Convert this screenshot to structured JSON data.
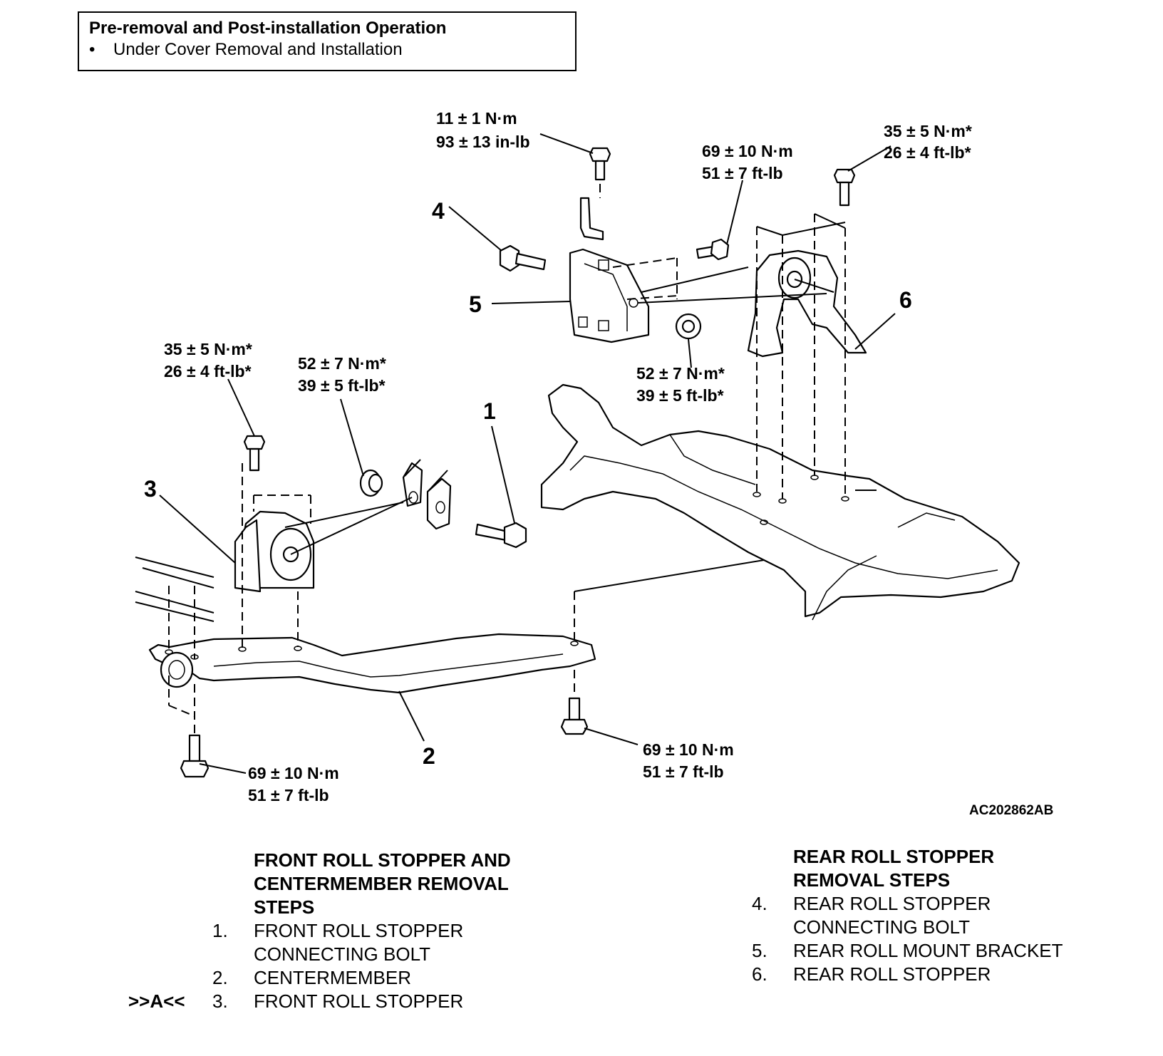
{
  "pre_operation": {
    "title": "Pre-removal and Post-installation Operation",
    "items": [
      "Under Cover Removal and Installation"
    ]
  },
  "torque_labels": {
    "t_top_bolt": [
      "11 ± 1 N·m",
      "93 ± 13 in-lb"
    ],
    "t_bracket_bolt": [
      "69 ± 10 N·m",
      "51 ± 7 ft-lb"
    ],
    "t_rear_top": [
      "35 ± 5 N·m*",
      "26 ± 4 ft-lb*"
    ],
    "t_bracket_nut": [
      "52 ± 7 N·m*",
      "39 ± 5 ft-lb*"
    ],
    "t_front_top": [
      "35 ± 5 N·m*",
      "26 ± 4 ft-lb*"
    ],
    "t_front_nut": [
      "52 ± 7 N·m*",
      "39 ± 5 ft-lb*"
    ],
    "t_center_left": [
      "69 ± 10 N·m",
      "51 ± 7 ft-lb"
    ],
    "t_center_right": [
      "69 ± 10 N·m",
      "51 ± 7 ft-lb"
    ]
  },
  "callouts": [
    "1",
    "2",
    "3",
    "4",
    "5",
    "6"
  ],
  "figure_id": "AC202862AB",
  "front_steps": {
    "heading": [
      "FRONT ROLL STOPPER AND",
      "CENTERMEMBER REMOVAL",
      "STEPS"
    ],
    "items": [
      {
        "num": "1.",
        "lines": [
          "FRONT ROLL STOPPER",
          "CONNECTING BOLT"
        ],
        "mark": ""
      },
      {
        "num": "2.",
        "lines": [
          "CENTERMEMBER"
        ],
        "mark": ""
      },
      {
        "num": "3.",
        "lines": [
          "FRONT ROLL STOPPER"
        ],
        "mark": ">>A<<"
      }
    ]
  },
  "rear_steps": {
    "heading": [
      "REAR ROLL STOPPER",
      "REMOVAL STEPS"
    ],
    "items": [
      {
        "num": "4.",
        "lines": [
          "REAR ROLL STOPPER",
          "CONNECTING BOLT"
        ]
      },
      {
        "num": "5.",
        "lines": [
          "REAR ROLL MOUNT BRACKET"
        ]
      },
      {
        "num": "6.",
        "lines": [
          "REAR ROLL STOPPER"
        ]
      }
    ]
  }
}
